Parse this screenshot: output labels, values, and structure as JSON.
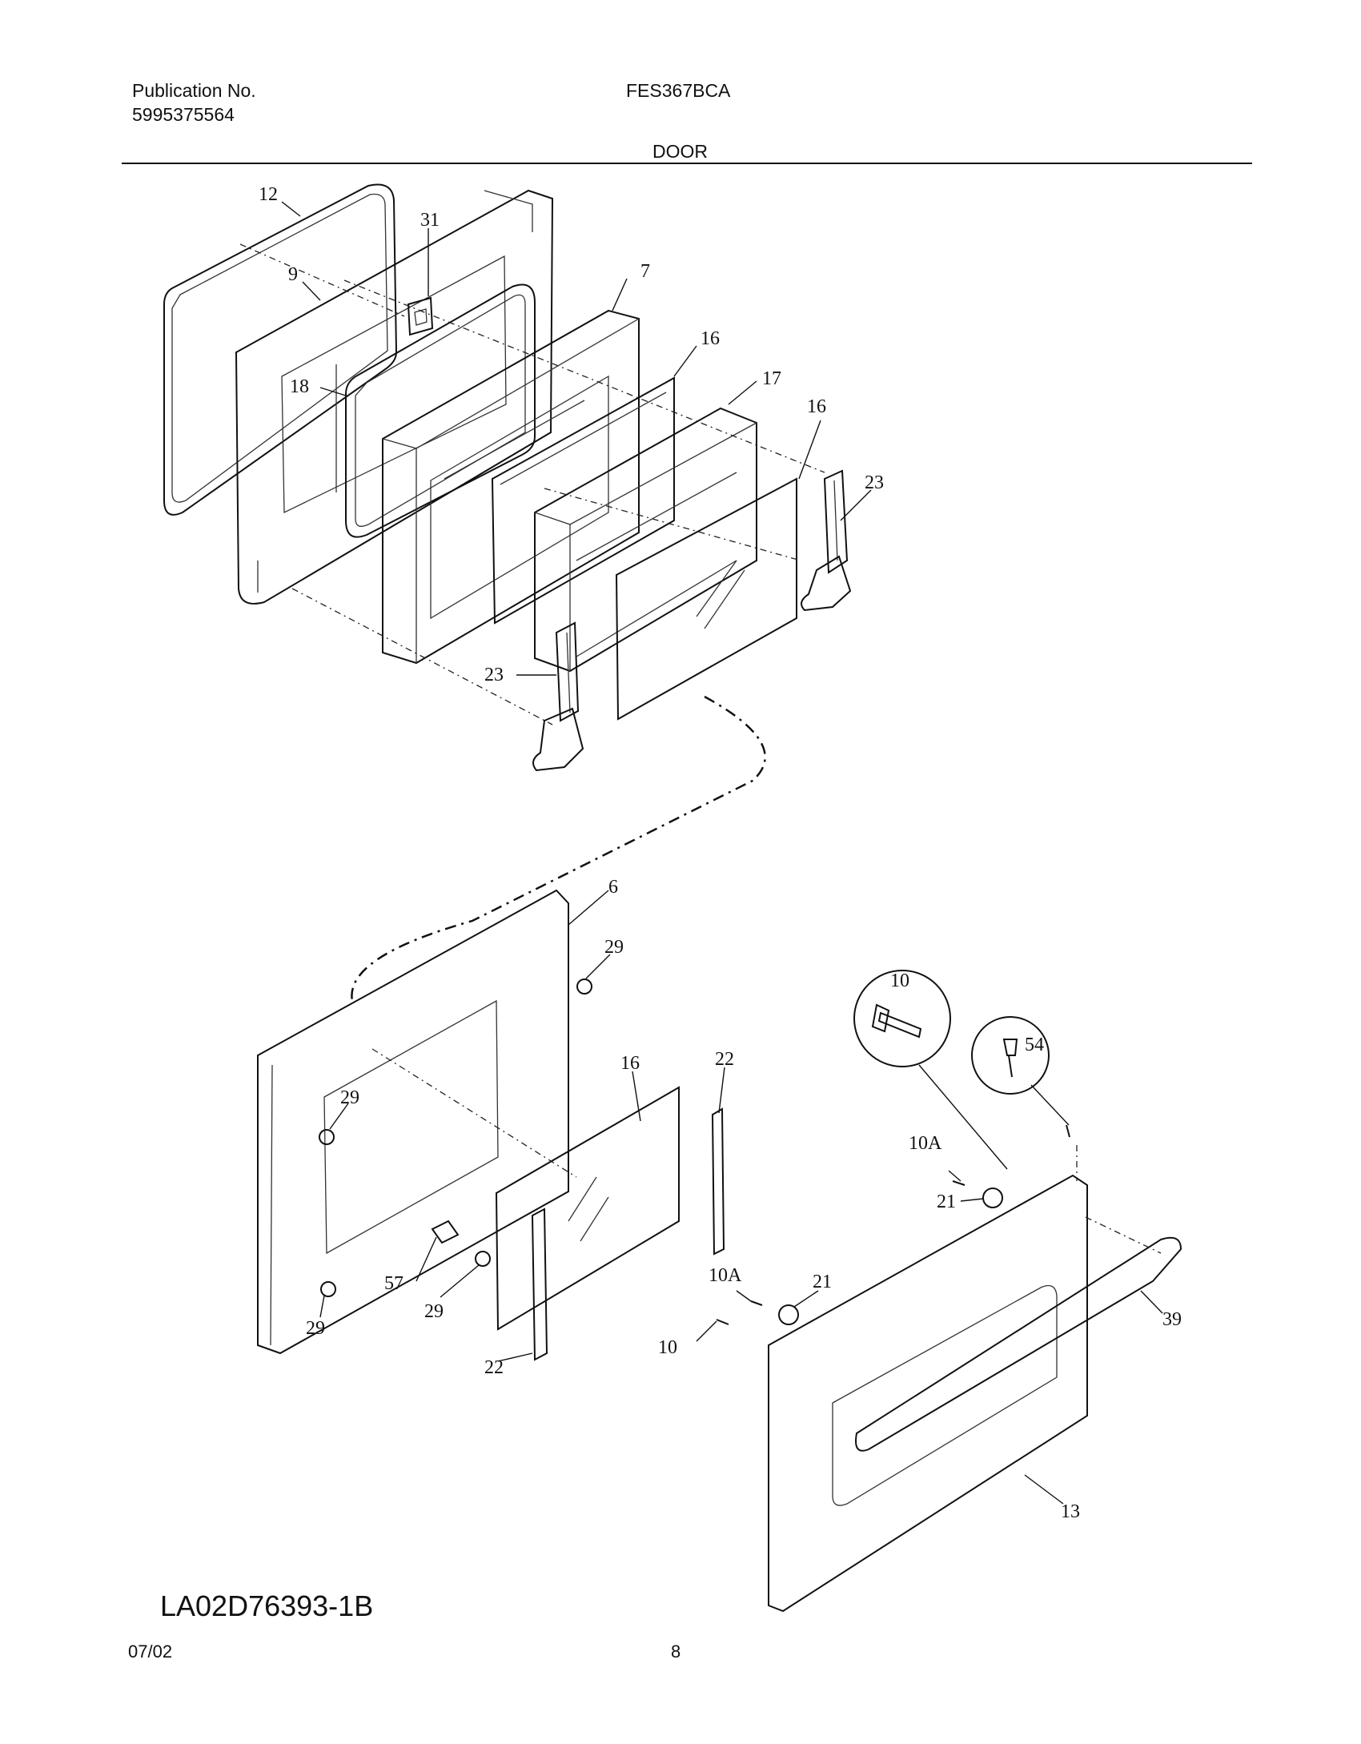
{
  "header": {
    "publication_label": "Publication No.",
    "publication_number": "5995375564",
    "model": "FES367BCA",
    "section": "DOOR"
  },
  "footer": {
    "drawing_code": "LA02D76393-1B",
    "date": "07/02",
    "page": "8"
  },
  "callouts": {
    "c12": "12",
    "c31": "31",
    "c9": "9",
    "c7": "7",
    "c16a": "16",
    "c18": "18",
    "c17": "17",
    "c16b": "16",
    "c23a": "23",
    "c23b": "23",
    "c6": "6",
    "c29a": "29",
    "c29b": "29",
    "c16c": "16",
    "c22a": "22",
    "c29c": "29",
    "c57": "57",
    "c29d": "29",
    "c22b": "22",
    "c10a": "10",
    "c54": "54",
    "c10Aa": "10A",
    "c21a": "21",
    "c10Ab": "10A",
    "c21b": "21",
    "c10b": "10",
    "c39": "39",
    "c13": "13"
  }
}
